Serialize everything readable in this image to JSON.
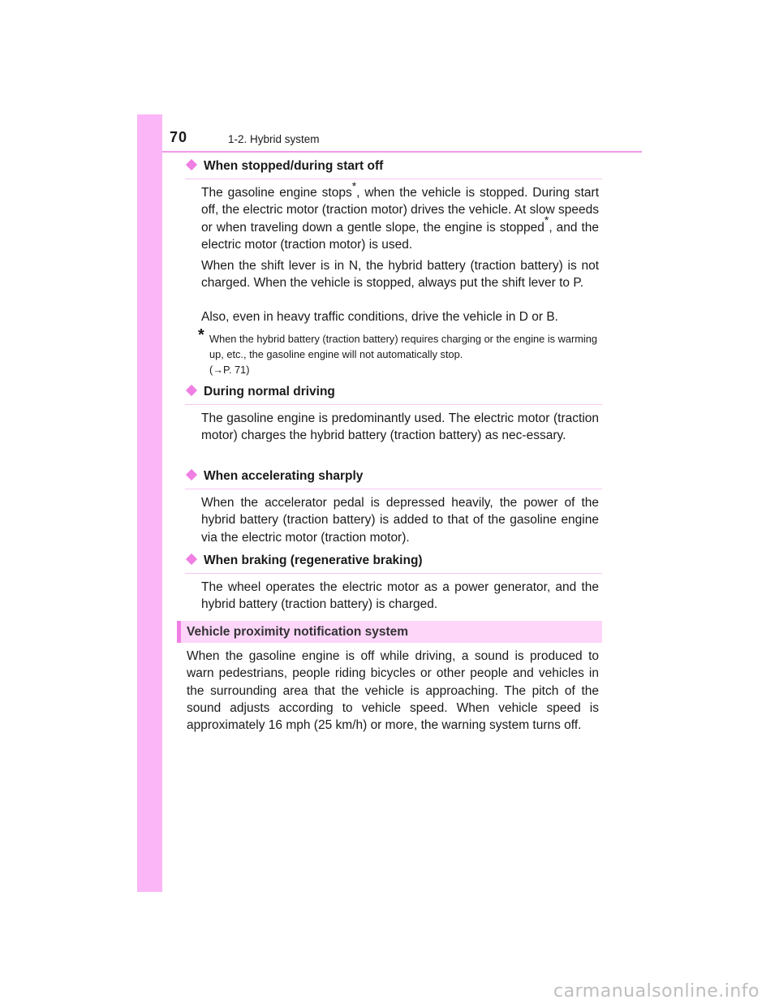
{
  "header": {
    "page_number": "70",
    "breadcrumb": "1-2. Hybrid system"
  },
  "sections": [
    {
      "heading": "When stopped/during start off",
      "p1_a": "The gasoline engine stops",
      "p1_b": ", when the vehicle is stopped. During start off, the electric motor (traction motor) drives the vehicle. At slow speeds or when traveling down a gentle slope, the engine is stopped",
      "p1_c": ", and the electric motor (traction motor) is used.",
      "asterisk": "*",
      "p2": "When the shift lever is in N, the hybrid battery (traction battery) is not charged. When the vehicle is stopped, always put the shift lever to P.",
      "p3": "Also, even in heavy traffic conditions, drive the vehicle in D or B.",
      "note_star": "*",
      "note": "When the hybrid battery (traction battery) requires charging or the engine is warming up, etc., the gasoline engine will not automatically stop.",
      "note_ref": "(→P. 71)"
    },
    {
      "heading": "During normal driving",
      "p1": "The gasoline engine is predominantly used. The electric motor (traction motor) charges the hybrid battery (traction battery) as nec-essary."
    },
    {
      "heading": "When accelerating sharply",
      "p1": "When the accelerator pedal is depressed heavily, the power of the hybrid battery (traction battery) is added to that of the gasoline engine via the electric motor (traction motor)."
    },
    {
      "heading": "When braking (regenerative braking)",
      "p1": "The wheel operates the electric motor as a power generator, and the hybrid battery (traction battery) is charged."
    }
  ],
  "proximity": {
    "title": "Vehicle proximity notification system",
    "body": "When the gasoline engine is off while driving, a sound is produced to warn pedestrians, people riding bicycles or other people and vehicles in the surrounding area that the vehicle is approaching. The pitch of the sound adjusts according to vehicle speed. When vehicle speed is approximately 16 mph (25 km/h) or more, the warning system turns off."
  },
  "watermark": "carmanualsonline.info",
  "colors": {
    "accent": "#f07fe4",
    "side_strip": "#fbb6f7",
    "section_bar": "#fdd6fa"
  }
}
